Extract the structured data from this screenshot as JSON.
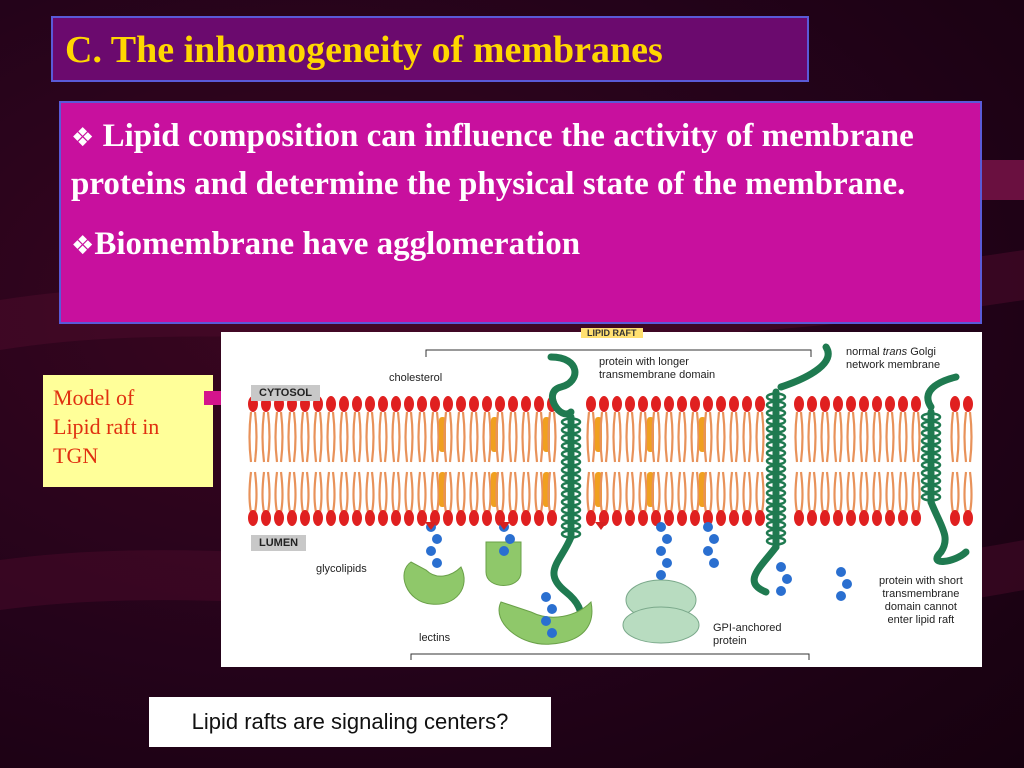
{
  "slide": {
    "title": "C. The inhomogeneity of membranes",
    "bullets": [
      {
        "marker": "❖",
        "text": " Lipid composition can influence the activity of membrane proteins and determine the physical state of the membrane."
      },
      {
        "marker": "❖",
        "text": "Biomembrane have agglomeration"
      }
    ],
    "note": {
      "line1": "Model of",
      "line2": "Lipid raft in",
      "line3": "TGN"
    },
    "caption": "Lipid rafts are signaling centers?"
  },
  "figure": {
    "raft_label": "LIPID RAFT",
    "cytosol": "CYTOSOL",
    "lumen": "LUMEN",
    "labels": {
      "cholesterol": "cholesterol",
      "long_protein_1": "protein with longer",
      "long_protein_2": "transmembrane domain",
      "normal_1": "normal",
      "normal_trans": "trans",
      "normal_2": "Golgi",
      "normal_3": "network membrane",
      "glycolipids": "glycolipids",
      "lectins": "lectins",
      "gpi_1": "GPI-anchored",
      "gpi_2": "protein",
      "short_1": "protein with short",
      "short_2": "transmembrane",
      "short_3": "domain cannot",
      "short_4": "enter lipid raft"
    }
  },
  "colors": {
    "title_bg": "#6b0a6e",
    "title_text": "#ffd700",
    "bullet_bg": "#c8109e",
    "note_bg": "#ffff99",
    "note_text": "#e03010",
    "arrow": "#d4148c",
    "lipid_head": "#e02020",
    "lipid_tail": "#e8925a",
    "cholesterol": "#f0a020",
    "protein_helix": "#1f7a50",
    "lectin": "#8fc86a",
    "sugar": "#2a6fd0"
  }
}
